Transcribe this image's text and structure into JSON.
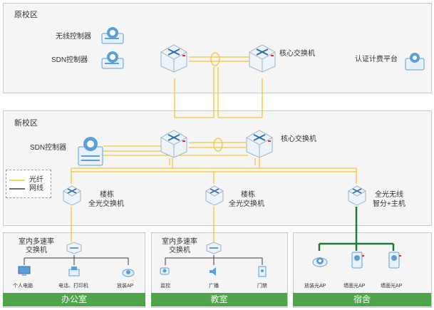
{
  "sections": {
    "old_campus": "原校区",
    "new_campus": "新校区"
  },
  "old_campus": {
    "wireless_controller": "无线控制器",
    "sdn_controller": "SDN控制器",
    "core_switch": "核心交换机",
    "auth_platform": "认证计费平台"
  },
  "new_campus": {
    "sdn_controller": "SDN控制器",
    "core_switch": "核心交换机",
    "building_switch_1": [
      "楼栋",
      "全光交换机"
    ],
    "building_switch_2": [
      "楼栋",
      "全光交换机"
    ],
    "wireless_host": [
      "全光无线",
      "智分+主机"
    ]
  },
  "legend": {
    "fiber": "光纤",
    "cable": "网线"
  },
  "office": {
    "switch": [
      "室内多速率",
      "交换机"
    ],
    "devices": [
      "个人电脑",
      "电话、打印机",
      "放装AP"
    ],
    "bar": "办公室"
  },
  "classroom": {
    "switch": [
      "室内多速率",
      "交换机"
    ],
    "devices": [
      "监控",
      "广播",
      "门禁"
    ],
    "bar": "教室"
  },
  "dorm": {
    "devices": [
      "放装光AP",
      "墙面光AP",
      "墙面光AP"
    ],
    "bar": "宿舍"
  },
  "colors": {
    "fiber": "#f3c531",
    "cable": "#3a3a3a",
    "bar": "#4fa64a",
    "device_blue": "#5a9fd8"
  }
}
